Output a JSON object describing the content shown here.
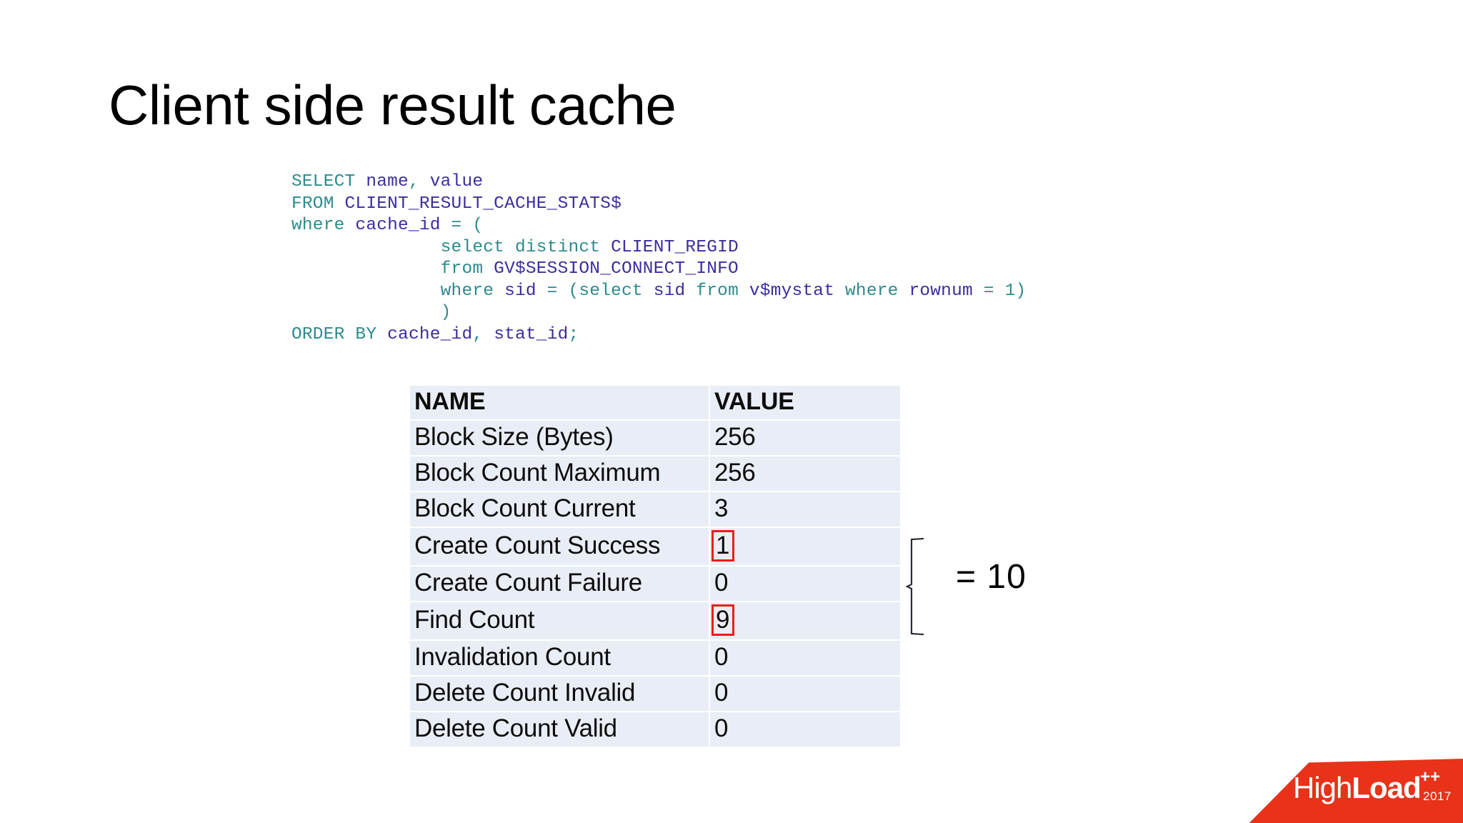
{
  "slide": {
    "title": "Client side result cache",
    "accent_red": "#e8321a",
    "highlight_red": "#ee1c1c",
    "table_row_bg": "#e9edf5",
    "sql_keyword_color": "#2e8b8b",
    "sql_identifier_color": "#3b2e9e"
  },
  "sql": {
    "lines": [
      {
        "indent": 0,
        "tokens": [
          {
            "t": "SELECT",
            "c": "kw"
          },
          {
            "t": " ",
            "c": "pun"
          },
          {
            "t": "name",
            "c": "idn"
          },
          {
            "t": ", ",
            "c": "pun"
          },
          {
            "t": "value",
            "c": "idn"
          }
        ]
      },
      {
        "indent": 0,
        "tokens": [
          {
            "t": "FROM",
            "c": "kw"
          },
          {
            "t": " ",
            "c": "pun"
          },
          {
            "t": "CLIENT_RESULT_CACHE_STATS$",
            "c": "idn"
          }
        ]
      },
      {
        "indent": 0,
        "tokens": [
          {
            "t": "where",
            "c": "kw"
          },
          {
            "t": " ",
            "c": "pun"
          },
          {
            "t": "cache_id",
            "c": "idn"
          },
          {
            "t": " = (",
            "c": "pun"
          }
        ]
      },
      {
        "indent": 14,
        "tokens": [
          {
            "t": "select distinct",
            "c": "kw"
          },
          {
            "t": " ",
            "c": "pun"
          },
          {
            "t": "CLIENT_REGID",
            "c": "idn"
          }
        ]
      },
      {
        "indent": 14,
        "tokens": [
          {
            "t": "from",
            "c": "kw"
          },
          {
            "t": " ",
            "c": "pun"
          },
          {
            "t": "GV$SESSION_CONNECT_INFO",
            "c": "idn"
          }
        ]
      },
      {
        "indent": 14,
        "tokens": [
          {
            "t": "where",
            "c": "kw"
          },
          {
            "t": " ",
            "c": "pun"
          },
          {
            "t": "sid",
            "c": "idn"
          },
          {
            "t": " = (",
            "c": "pun"
          },
          {
            "t": "select",
            "c": "kw"
          },
          {
            "t": " ",
            "c": "pun"
          },
          {
            "t": "sid",
            "c": "idn"
          },
          {
            "t": " ",
            "c": "pun"
          },
          {
            "t": "from",
            "c": "kw"
          },
          {
            "t": " ",
            "c": "pun"
          },
          {
            "t": "v$mystat",
            "c": "idn"
          },
          {
            "t": " ",
            "c": "pun"
          },
          {
            "t": "where",
            "c": "kw"
          },
          {
            "t": " ",
            "c": "pun"
          },
          {
            "t": "rownum",
            "c": "idn"
          },
          {
            "t": " = 1)",
            "c": "pun"
          }
        ]
      },
      {
        "indent": 14,
        "tokens": [
          {
            "t": ")",
            "c": "pun"
          }
        ]
      },
      {
        "indent": 0,
        "tokens": [
          {
            "t": "ORDER BY",
            "c": "kw"
          },
          {
            "t": " ",
            "c": "pun"
          },
          {
            "t": "cache_id",
            "c": "idn"
          },
          {
            "t": ", ",
            "c": "pun"
          },
          {
            "t": "stat_id",
            "c": "idn"
          },
          {
            "t": ";",
            "c": "pun"
          }
        ]
      }
    ],
    "plain_text": "SELECT name, value\nFROM CLIENT_RESULT_CACHE_STATS$\nwhere cache_id = (\n              select distinct CLIENT_REGID\n              from GV$SESSION_CONNECT_INFO\n              where sid = (select sid from v$mystat where rownum = 1)\n              )\nORDER BY cache_id, stat_id;"
  },
  "table": {
    "columns": [
      "NAME",
      "VALUE"
    ],
    "rows": [
      {
        "name": "Block Size (Bytes)",
        "value": "256",
        "highlighted": false
      },
      {
        "name": "Block Count Maximum",
        "value": "256",
        "highlighted": false
      },
      {
        "name": "Block Count Current",
        "value": "3",
        "highlighted": false
      },
      {
        "name": "Create Count Success",
        "value": "1",
        "highlighted": true
      },
      {
        "name": "Create Count Failure",
        "value": "0",
        "highlighted": false
      },
      {
        "name": "Find Count",
        "value": "9",
        "highlighted": true
      },
      {
        "name": "Invalidation Count",
        "value": "0",
        "highlighted": false
      },
      {
        "name": "Delete Count Invalid",
        "value": "0",
        "highlighted": false
      },
      {
        "name": "Delete Count Valid",
        "value": "0",
        "highlighted": false
      }
    ]
  },
  "annotation": {
    "sum_label": "= 10",
    "brace_covers": [
      "Create Count Success",
      "Create Count Failure",
      "Find Count"
    ]
  },
  "logo": {
    "word_high": "High",
    "word_load": "Load",
    "plusplus": "++",
    "year": "2017"
  }
}
